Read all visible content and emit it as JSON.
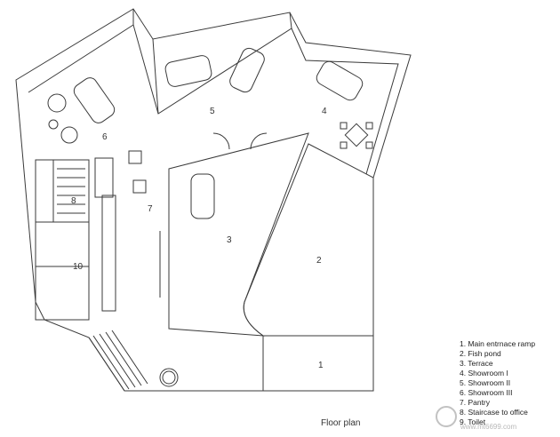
{
  "room_numbers": [
    "1",
    "2",
    "3",
    "4",
    "5",
    "6",
    "7",
    "8",
    "10"
  ],
  "legend": [
    "1. Main entrnace ramp",
    "2. Fish pond",
    "3. Terrace",
    "4. Showroom I",
    "5. Showroom II",
    "6. Showroom III",
    "7. Pantry",
    "8. Staircase to office",
    "9. Toilet"
  ],
  "caption": "Floor plan",
  "watermark": "www.mt6699.com",
  "colors": {
    "line": "#3a3a3a",
    "background": "#ffffff"
  }
}
